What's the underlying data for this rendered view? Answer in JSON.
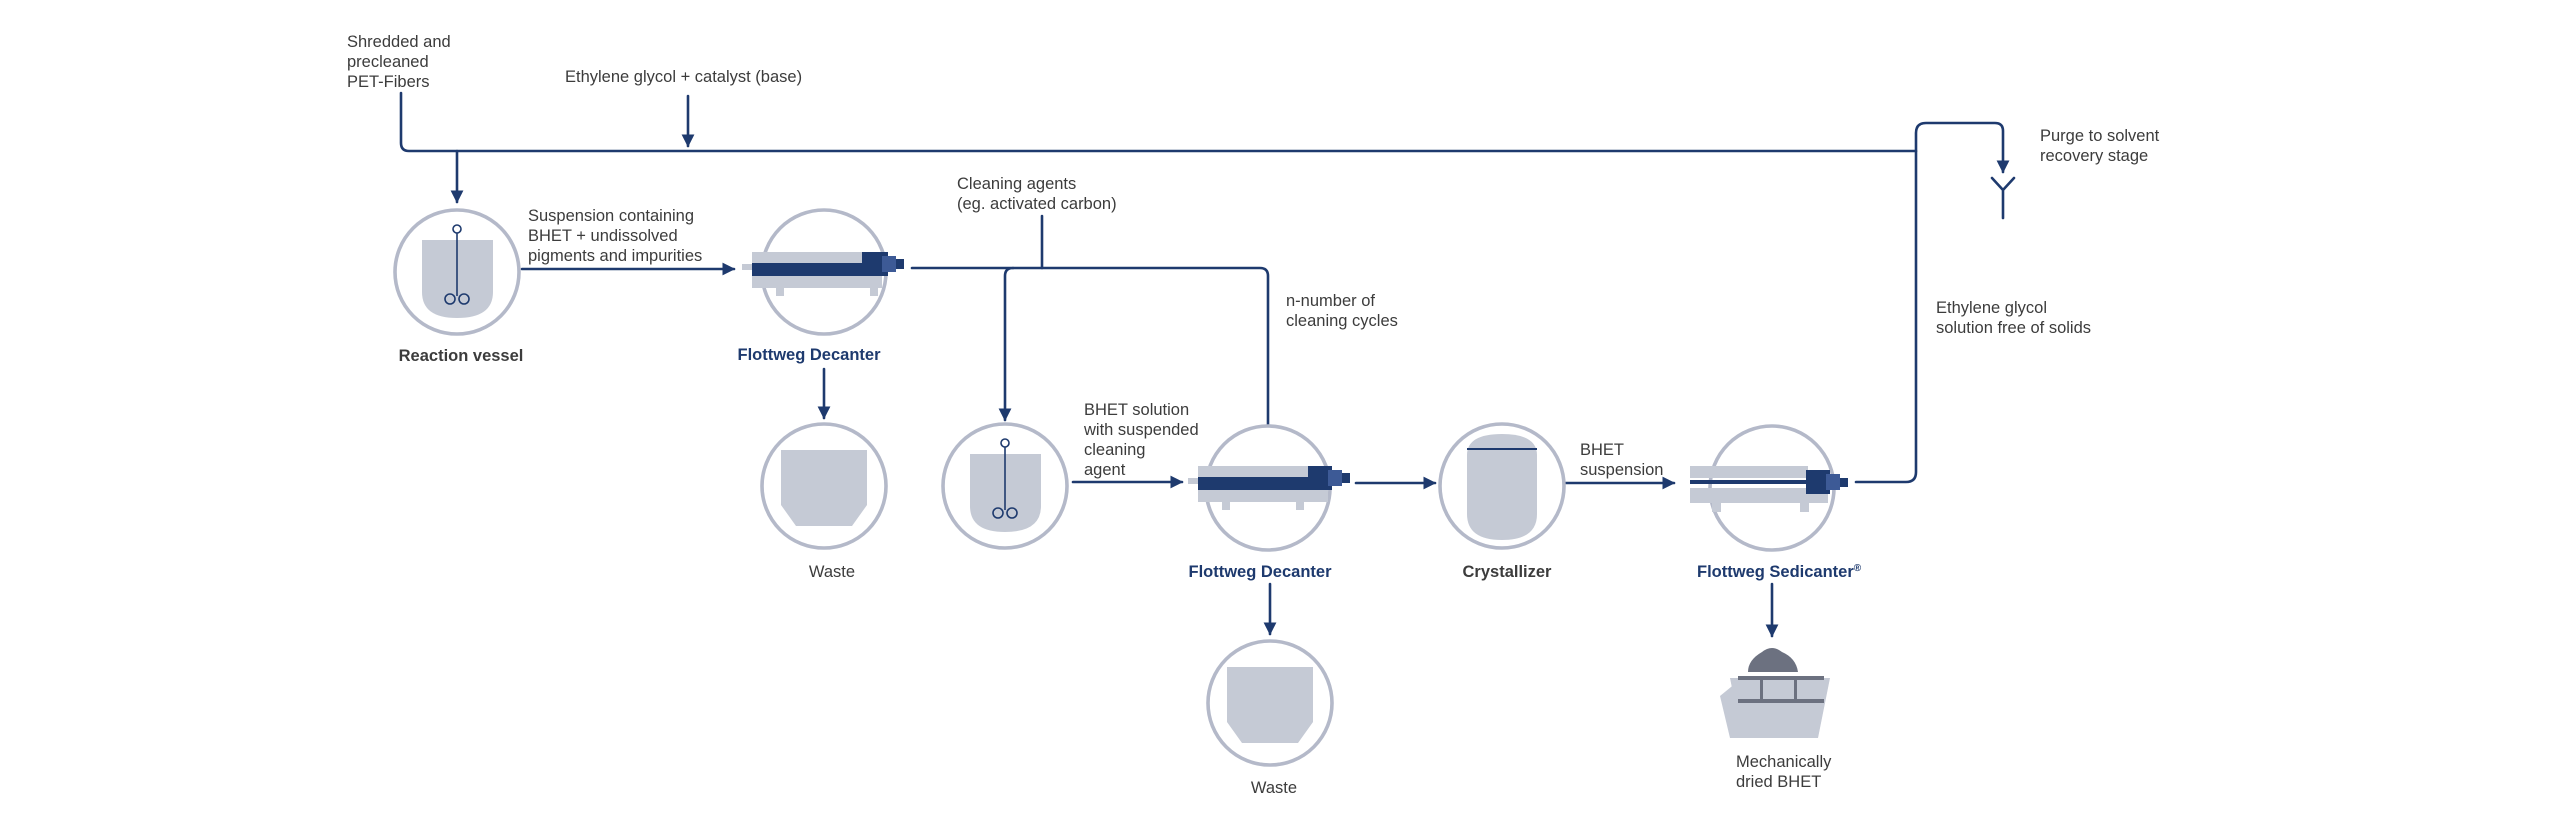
{
  "colors": {
    "flow_line": "#1e3a6e",
    "ring": "#b4b9c9",
    "equipment_light": "#c5cad5",
    "equipment_dark": "#1e3a6e",
    "equipment_mid": "#3d5a96",
    "solids": "#6c7180",
    "brand_text": "#1e3a6e",
    "text": "#3c3c3c"
  },
  "inputs": {
    "pet_fibers": [
      "Shredded and",
      "precleaned",
      "PET-Fibers"
    ],
    "ethylene_glycol": [
      "Ethylene glycol + catalyst (base)"
    ],
    "cleaning_agents": [
      "Cleaning agents",
      "(eg. activated carbon)"
    ]
  },
  "streams": {
    "suspension": [
      "Suspension containing",
      "BHET + undissolved",
      "pigments and impurities"
    ],
    "n_cycles": [
      "n-number of",
      "cleaning cycles"
    ],
    "bhet_solution": [
      "BHET solution",
      "with suspended",
      "cleaning",
      "agent"
    ],
    "bhet_suspension": [
      "BHET",
      "suspension"
    ],
    "eg_solution": [
      "Ethylene glycol",
      "solution free of solids"
    ],
    "purge": [
      "Purge to solvent",
      "recovery stage"
    ]
  },
  "units": {
    "reaction_vessel": "Reaction vessel",
    "decanter_1": "Flottweg Decanter",
    "waste_1": "Waste",
    "cleaning_vessel": "",
    "decanter_2": "Flottweg Decanter",
    "waste_2": "Waste",
    "crystallizer": "Crystallizer",
    "sedicanter": "Flottweg Sedicanter",
    "sedicanter_mark": "®",
    "dried_bhet": [
      "Mechanically",
      "dried BHET"
    ]
  },
  "icons": {
    "reaction_vessel": "stirred-tank-icon",
    "cleaning_vessel": "stirred-tank-icon",
    "decanter": "decanter-centrifuge-icon",
    "sedicanter": "sedicanter-centrifuge-icon",
    "waste": "waste-hopper-icon",
    "crystallizer": "crystallizer-icon",
    "skip": "skip-container-icon",
    "purge": "purge-outlet-icon"
  }
}
